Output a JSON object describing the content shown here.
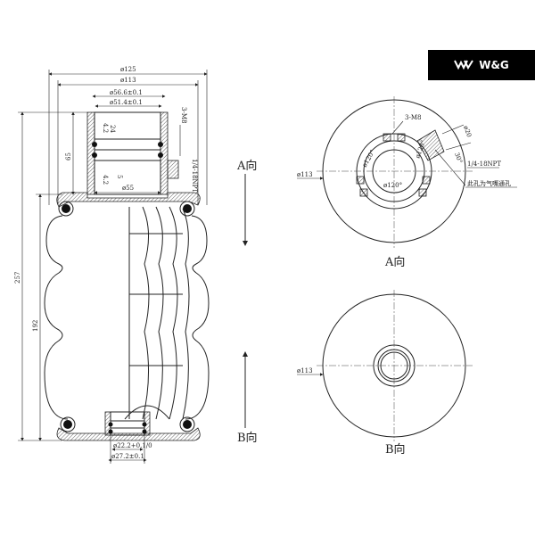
{
  "logo": {
    "text": "W&G",
    "icon": "wg-logo-icon"
  },
  "side_view": {
    "dim_outer_dia": "ø125",
    "dim_body_dia": "ø113",
    "dim_top_outer": "ø56.6±0.1",
    "dim_top_inner": "ø51.4±0.1",
    "dim_total_height": "257",
    "dim_bellows_height": "192",
    "dim_top_height": "65",
    "dim_groove_a": "4.2",
    "dim_groove_b": "24",
    "dim_groove_c": "4.2",
    "dim_groove_d": "5",
    "dim_bore": "ø55",
    "thread_holes": "3-M8",
    "port_thread": "1/4-18NPT",
    "dim_bottom_inner": "ø22.2+0.1/0",
    "dim_bottom_outer": "ø27.2±0.1"
  },
  "view_a": {
    "arrow_label": "A向",
    "title": "A向",
    "dim_dia": "ø113",
    "holes": "3-M8",
    "angle_1": "ø120°",
    "angle_2": "ø120°",
    "angle_3": "ø120°",
    "port_dia": "ø20",
    "port_angle": "30°",
    "port_thread": "1/4-18NPT",
    "note": "此孔为气嘴通孔"
  },
  "view_b": {
    "arrow_label": "B向",
    "title": "B向",
    "dim_dia": "ø113"
  }
}
